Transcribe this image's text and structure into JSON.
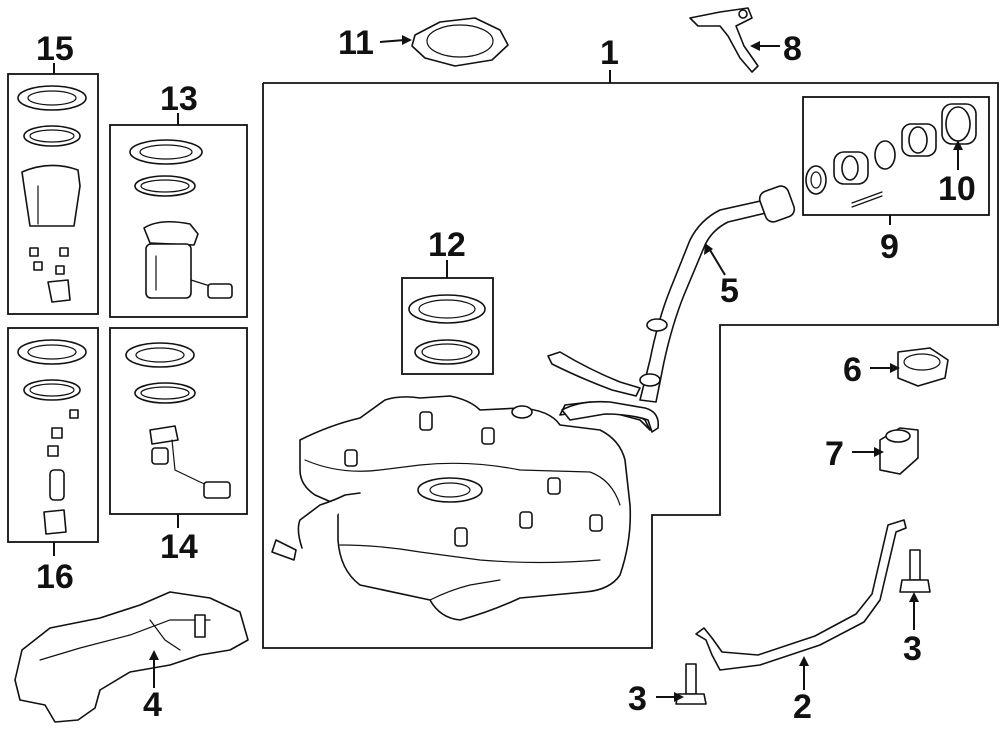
{
  "diagram": {
    "callouts": [
      {
        "id": "c1",
        "label": "1"
      },
      {
        "id": "c2",
        "label": "2"
      },
      {
        "id": "c3a",
        "label": "3"
      },
      {
        "id": "c3b",
        "label": "3"
      },
      {
        "id": "c4",
        "label": "4"
      },
      {
        "id": "c5",
        "label": "5"
      },
      {
        "id": "c6",
        "label": "6"
      },
      {
        "id": "c7",
        "label": "7"
      },
      {
        "id": "c8",
        "label": "8"
      },
      {
        "id": "c9",
        "label": "9"
      },
      {
        "id": "c10",
        "label": "10"
      },
      {
        "id": "c11",
        "label": "11"
      },
      {
        "id": "c12",
        "label": "12"
      },
      {
        "id": "c13",
        "label": "13"
      },
      {
        "id": "c14",
        "label": "14"
      },
      {
        "id": "c15",
        "label": "15"
      },
      {
        "id": "c16",
        "label": "16"
      }
    ]
  }
}
